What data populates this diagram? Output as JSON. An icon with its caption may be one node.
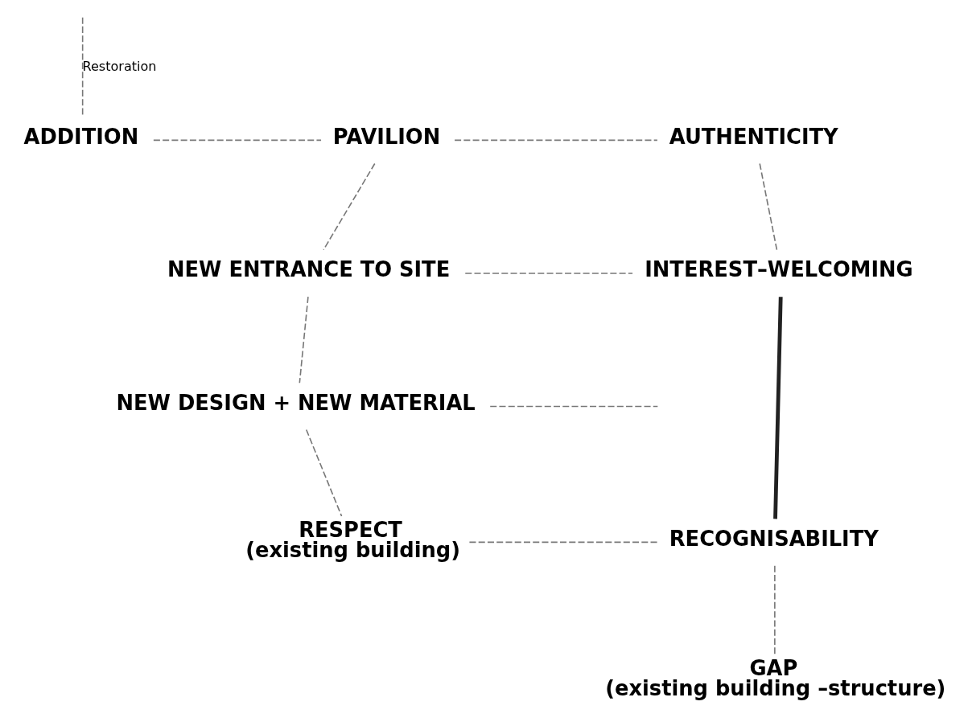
{
  "diagram": {
    "nodes": [
      {
        "text": [
          "ADDITION"
        ]
      },
      {
        "text": [
          "PAVILION"
        ]
      },
      {
        "text": [
          "AUTHENTICITY"
        ]
      },
      {
        "text": [
          "NEW ENTRANCE TO SITE"
        ]
      },
      {
        "text": [
          "INTEREST–WELCOMING"
        ]
      },
      {
        "text": [
          "NEW DESIGN + NEW MATERIAL"
        ]
      },
      {
        "text": [
          "RESPECT",
          "(existing building)"
        ]
      },
      {
        "text": [
          "RECOGNISABILITY"
        ]
      },
      {
        "text": [
          "GAP",
          "(existing building –structure)"
        ]
      }
    ],
    "edges": [
      {
        "from": null,
        "to": 0,
        "arrow": "none",
        "label": "Restoration",
        "style": "dashed"
      },
      {
        "from": 0,
        "to": 1,
        "arrow": "none",
        "style": "dashed"
      },
      {
        "from": 1,
        "to": 2,
        "arrow": "none",
        "style": "dashed"
      },
      {
        "from": 1,
        "to": 3,
        "arrow": "none",
        "style": "dashed"
      },
      {
        "from": 2,
        "to": 4,
        "arrow": "none",
        "style": "dashed"
      },
      {
        "from": 3,
        "to": 4,
        "arrow": "none",
        "style": "dashed"
      },
      {
        "from": 3,
        "to": 5,
        "arrow": "none",
        "style": "dashed"
      },
      {
        "from": 4,
        "to": 7,
        "arrow": "none",
        "style": "thick",
        "color": "#222222"
      },
      {
        "from": 5,
        "to": null,
        "arrow": "none",
        "style": "dashed"
      },
      {
        "from": 5,
        "to": 6,
        "arrow": "none",
        "style": "dashed"
      },
      {
        "from": 6,
        "to": 7,
        "arrow": "none",
        "style": "dashed"
      },
      {
        "from": 7,
        "to": 8,
        "arrow": "none",
        "style": "dashed"
      }
    ]
  }
}
